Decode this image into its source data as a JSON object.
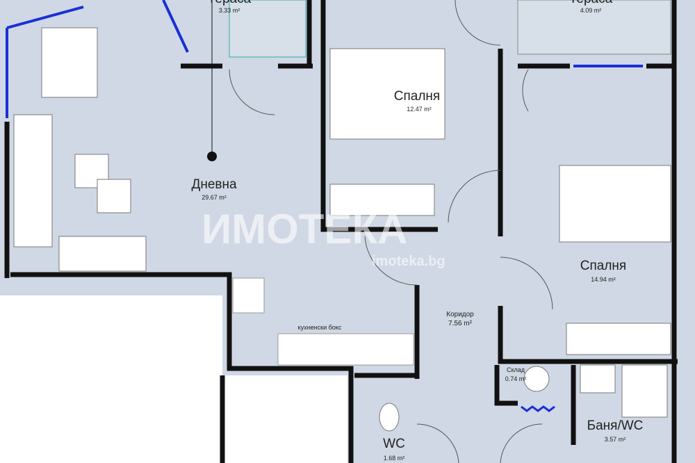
{
  "rooms": {
    "terrace_left": {
      "name": "Тераса",
      "area": "3.33 m²"
    },
    "terrace_right": {
      "name": "Тераса",
      "area": "4.09 m²"
    },
    "bedroom_1": {
      "name": "Спалня",
      "area": "12.47 m²"
    },
    "living": {
      "name": "Дневна",
      "area": "29.67 m²"
    },
    "bedroom_2": {
      "name": "Спалня",
      "area": "14.94 m²"
    },
    "corridor": {
      "name": "Коридор",
      "area": "7.56 m²"
    },
    "kitchen": {
      "name": "кухненски бокс"
    },
    "storage": {
      "name": "Склад",
      "area": "0.74 m²"
    },
    "bathroom": {
      "name": "Баня/WC",
      "area": "3.57 m²"
    },
    "wc": {
      "name": "WC",
      "area": "1.68 m²"
    }
  },
  "watermark": {
    "logo": "ИМОТЕКА",
    "url": "imoteka.bg"
  },
  "colors": {
    "floor": "#cfd8e4",
    "wall": "#111111",
    "window": "#1a2fd6"
  }
}
